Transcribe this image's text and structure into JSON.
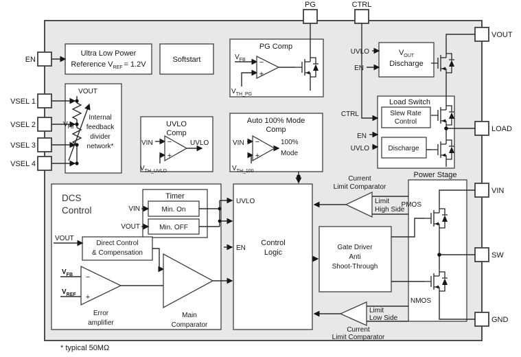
{
  "pins": {
    "pg": "PG",
    "ctrl": "CTRL",
    "en": "EN",
    "vsel1": "VSEL 1",
    "vsel2": "VSEL 2",
    "vsel3": "VSEL 3",
    "vsel4": "VSEL 4",
    "vout": "VOUT",
    "load": "LOAD",
    "vin": "VIN",
    "sw": "SW",
    "gnd": "GND"
  },
  "symbols": {
    "minus": "−",
    "plus": "+"
  },
  "reference": {
    "l1": "Ultra Low Power",
    "l2a": "Reference V",
    "l2sub": "REF",
    "l2b": "= 1.2V"
  },
  "softstart": {
    "label": "Softstart"
  },
  "pg_comp": {
    "title": "PG Comp",
    "vfb": "V",
    "vfb_sub": "FB",
    "vth": "V",
    "vth_sub": "TH_PG"
  },
  "vout_discharge": {
    "uvlo": "UVLO",
    "en": "EN",
    "v": "V",
    "v_sub": "OUT",
    "discharge": "Discharge"
  },
  "feedback": {
    "vout": "VOUT",
    "vfb": "V",
    "vfb_sub": "FB",
    "d1": "Internal",
    "d2": "feedback",
    "d3": "divider",
    "d4": "network*"
  },
  "uvlo_comp": {
    "t1": "UVLO",
    "t2": "Comp",
    "vin": "VIN",
    "out": "UVLO",
    "vth": "V",
    "vth_sub": "TH_UVLO"
  },
  "auto100": {
    "t1": "Auto 100% Mode",
    "t2": "Comp",
    "vin": "VIN",
    "o1": "100%",
    "o2": "Mode",
    "vth": "V",
    "vth_sub": "TH_100"
  },
  "load_switch": {
    "title": "Load Switch",
    "ctrl": "CTRL",
    "en": "EN",
    "uvlo": "UVLO",
    "slew1": "Slew Rate",
    "slew2": "Control",
    "discharge": "Discharge"
  },
  "dcs": {
    "t1": "DCS",
    "t2": "Control"
  },
  "timer": {
    "title": "Timer",
    "vin": "VIN",
    "vout": "VOUT",
    "min_on": "Min. On",
    "min_off": "Min. OFF"
  },
  "direct": {
    "vout": "VOUT",
    "l1": "Direct Control",
    "l2": "& Compensation"
  },
  "error_amp": {
    "vfb": "V",
    "vfb_sub": "FB",
    "vref": "V",
    "vref_sub": "REF",
    "l1": "Error",
    "l2": "amplifier"
  },
  "main_comp": {
    "l1": "Main",
    "l2": "Comparator"
  },
  "control_logic": {
    "uvlo": "UVLO",
    "en": "EN",
    "t1": "Control",
    "t2": "Logic"
  },
  "gate_driver": {
    "l1": "Gate Driver",
    "l2": "Anti",
    "l3": "Shoot-Through"
  },
  "limit_hs": {
    "c1": "Current",
    "c2": "Limit Comparator",
    "l1": "Limit",
    "l2": "High Side"
  },
  "limit_ls": {
    "l1": "Limit",
    "l2": "Low Side",
    "c1": "Current",
    "c2": "Limit Comparator"
  },
  "power_stage": {
    "title": "Power Stage",
    "pmos": "PMOS",
    "nmos": "NMOS"
  },
  "footnote": "* typical 50MΩ",
  "colors": {
    "chip_bg": "#e8e8e8",
    "box_bg": "#ffffff",
    "box_border": "#3f3f3f",
    "wire": "#2b2b2b",
    "text": "#161616"
  }
}
